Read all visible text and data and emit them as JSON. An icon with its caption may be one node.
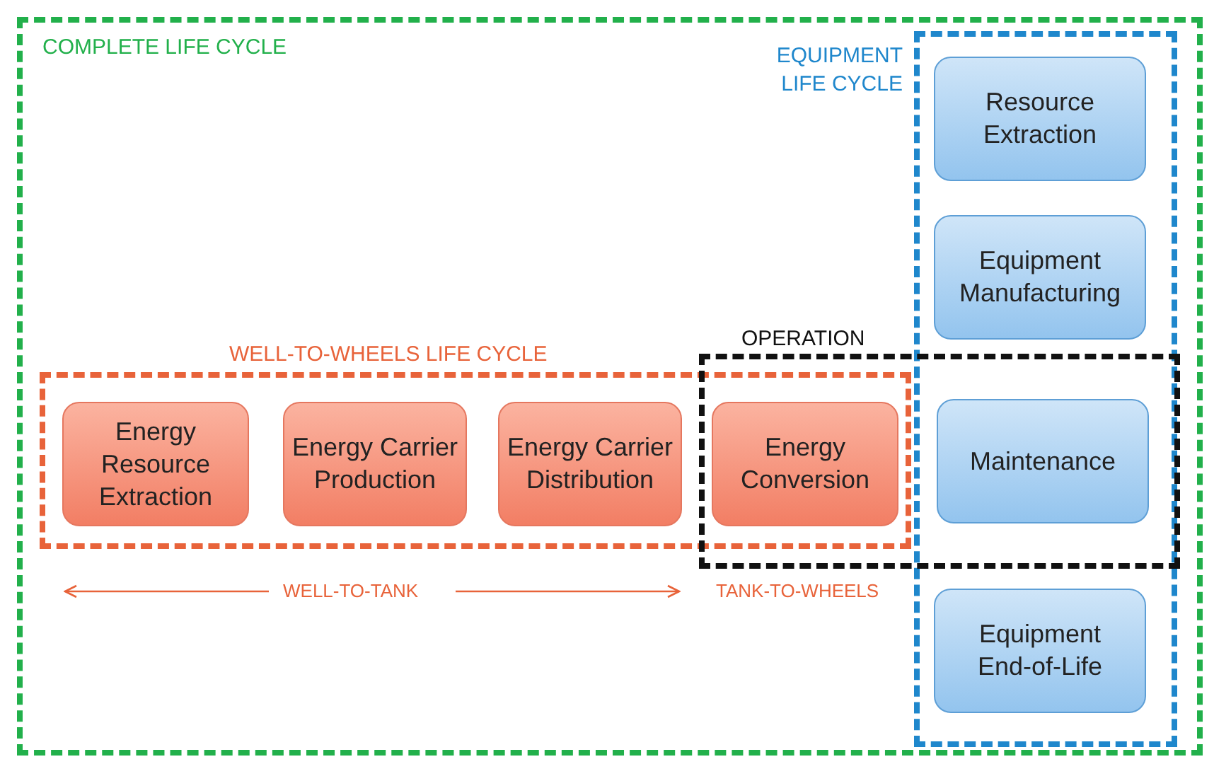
{
  "diagram": {
    "nodes": [
      {
        "text": [
          "COMPLETE LIFE CYCLE"
        ]
      },
      {
        "text": [
          "EQUIPMENT LIFE CYCLE"
        ],
        "in": 0
      },
      {
        "text": [
          "Resource Extraction"
        ],
        "in": 1
      },
      {
        "text": [
          "Equipment Manufacturing"
        ],
        "in": 1
      },
      {
        "text": [
          "WELL-TO-WHEELS LIFE CYCLE"
        ],
        "in": 0
      },
      {
        "text": [
          "OPERATION"
        ],
        "in": 0
      },
      {
        "text": [
          "Energy Resource Extraction"
        ],
        "in": 4
      },
      {
        "text": [
          "Energy Carrier Production"
        ],
        "in": 4
      },
      {
        "text": [
          "Energy Carrier Distribution"
        ],
        "in": 4
      },
      {
        "text": [
          "Energy Conversion"
        ]
      },
      {
        "text": [
          "Maintenance"
        ]
      },
      {
        "text": [
          "Equipment End-of-Life"
        ],
        "in": 1
      }
    ],
    "labels": [
      "WELL-TO-TANK",
      "TANK-TO-WHEELS"
    ]
  }
}
